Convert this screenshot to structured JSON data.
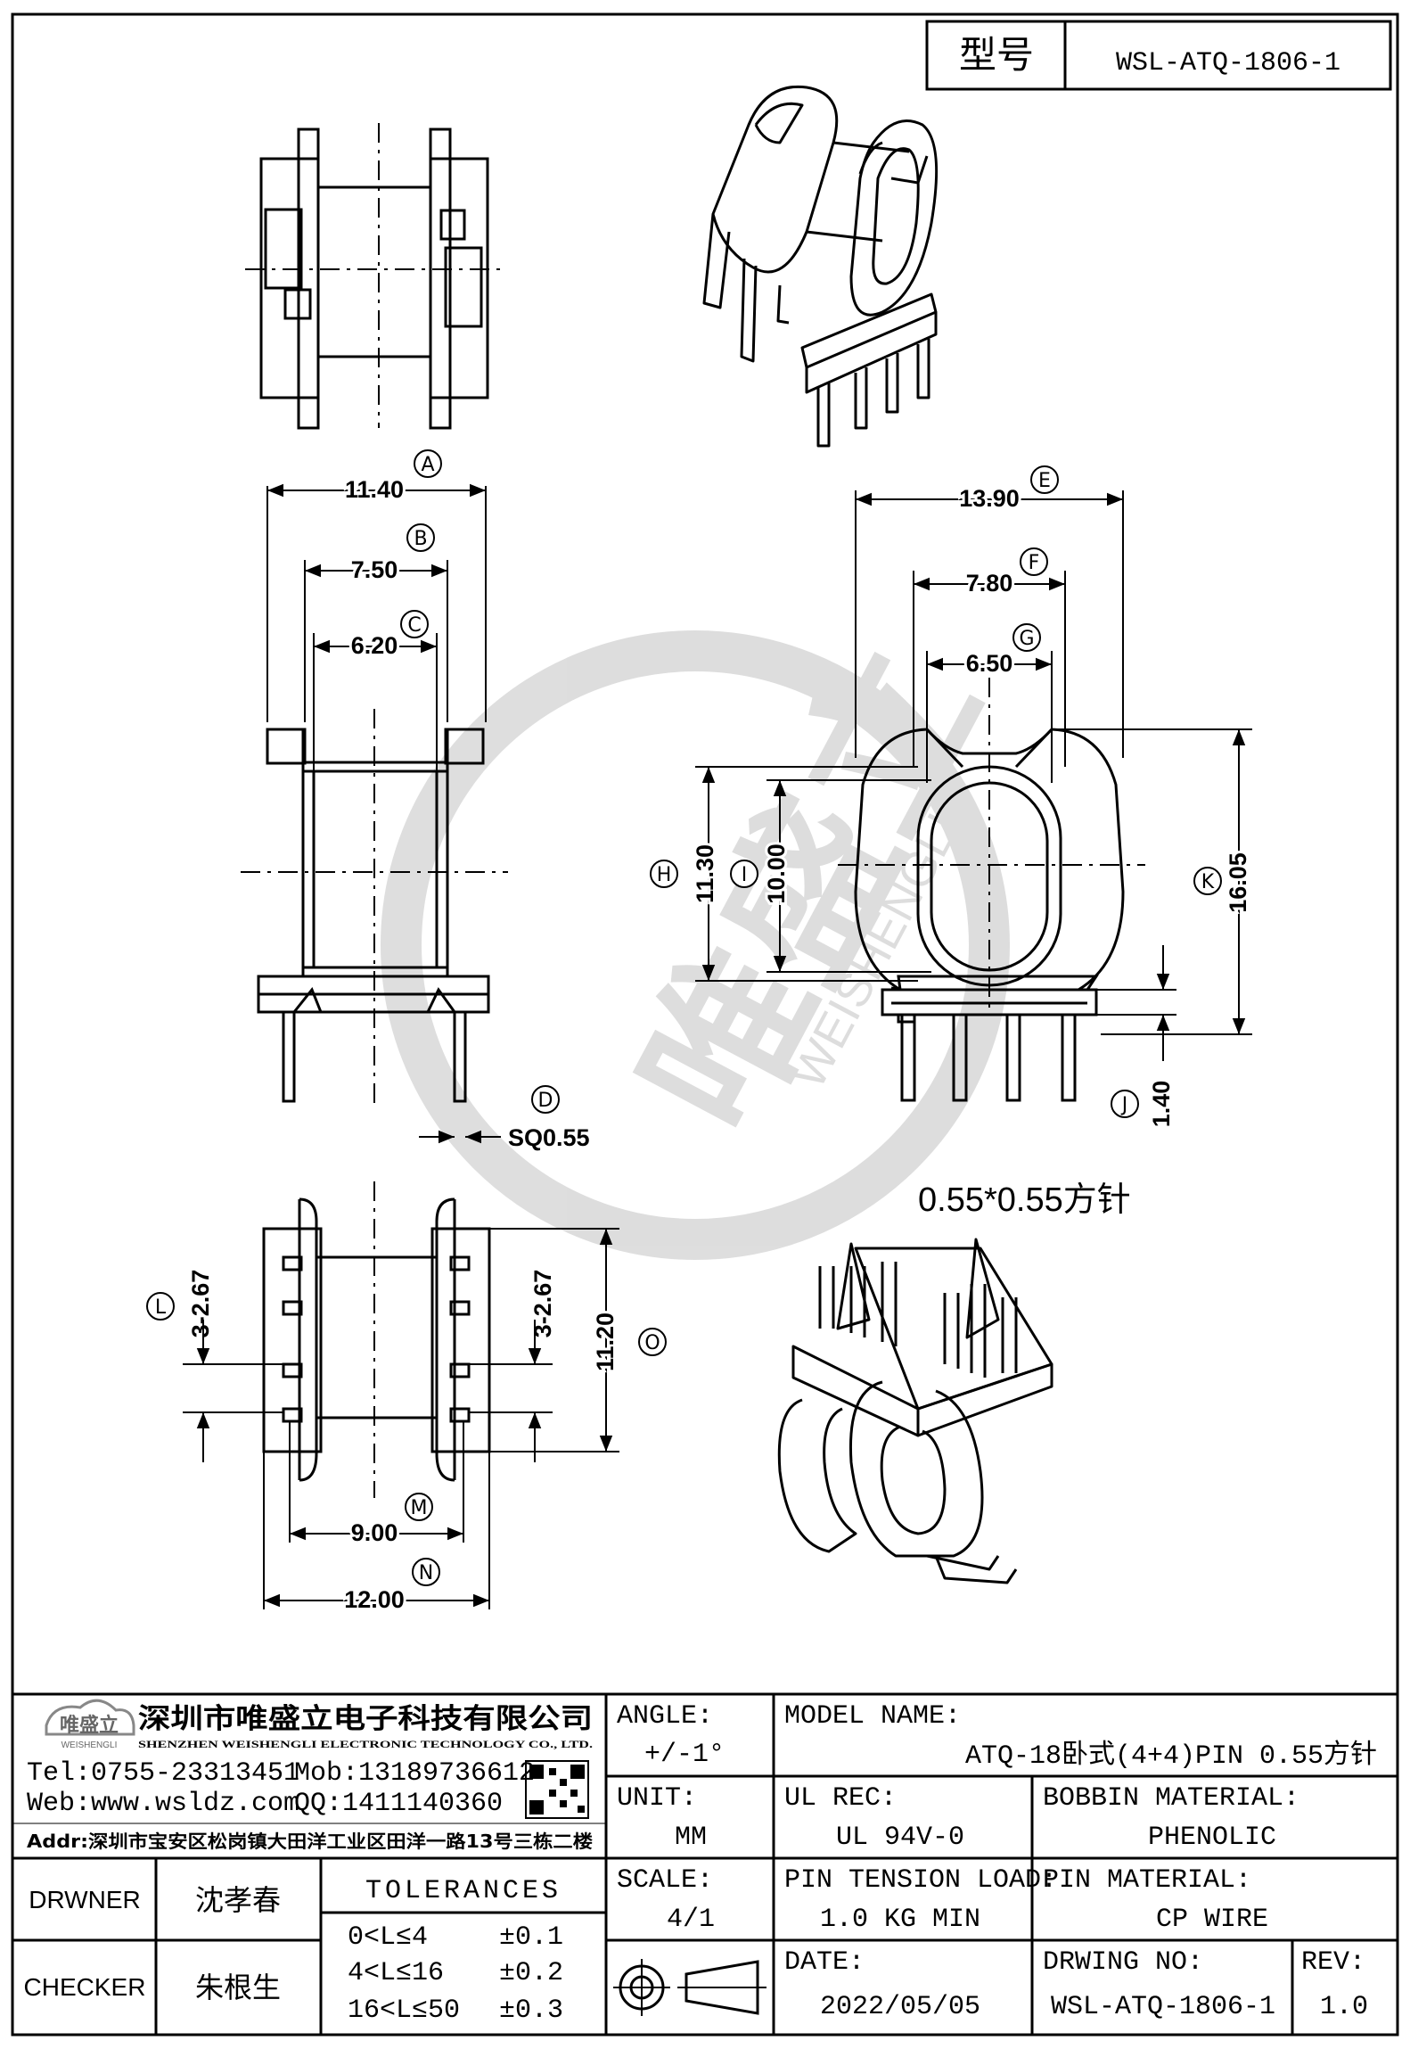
{
  "header": {
    "model_label": "型号",
    "model_value": "WSL-ATQ-1806-1"
  },
  "dimensions": {
    "A": {
      "letter": "A",
      "value": "11.40"
    },
    "B": {
      "letter": "B",
      "value": "7.50"
    },
    "C": {
      "letter": "C",
      "value": "6.20"
    },
    "D": {
      "letter": "D",
      "value": "SQ0.55"
    },
    "E": {
      "letter": "E",
      "value": "13.90"
    },
    "F": {
      "letter": "F",
      "value": "7.80"
    },
    "G": {
      "letter": "G",
      "value": "6.50"
    },
    "H": {
      "letter": "H",
      "value": "11.30"
    },
    "I": {
      "letter": "I",
      "value": "10.00"
    },
    "J": {
      "letter": "J",
      "value": "1.40"
    },
    "K": {
      "letter": "K",
      "value": "16.05"
    },
    "L": {
      "letter": "L",
      "value": "3-2.67"
    },
    "L2": {
      "value": "3-2.67"
    },
    "M": {
      "letter": "M",
      "value": "9.00"
    },
    "N": {
      "letter": "N",
      "value": "12.00"
    },
    "O": {
      "letter": "O",
      "value": "11.20"
    }
  },
  "pin_note": "0.55*0.55方针",
  "watermark": {
    "cn": "唯盛立",
    "en": "WEISHENGLI"
  },
  "company": {
    "logo_cn": "唯盛立",
    "logo_en": "WEISHENGLI",
    "name_cn": "深圳市唯盛立电子科技有限公司",
    "name_en": "SHENZHEN WEISHENGLI ELECTRONIC TECHNOLOGY CO., LTD.",
    "tel": "Tel:0755-23313451",
    "mob": "Mob:13189736612",
    "web": "Web:www.wsldz.com",
    "qq": "QQ:1411140360",
    "addr": "Addr:深圳市宝安区松岗镇大田洋工业区田洋一路13号三栋二楼"
  },
  "title_block": {
    "angle_label": "ANGLE:",
    "angle_value": "+/-1°",
    "model_name_label": "MODEL NAME:",
    "model_name_value": "ATQ-18卧式(4+4)PIN 0.55方针",
    "unit_label": "UNIT:",
    "unit_value": "MM",
    "ul_label": "UL REC:",
    "ul_value": "UL 94V-0",
    "bobbin_label": "BOBBIN MATERIAL:",
    "bobbin_value": "PHENOLIC",
    "scale_label": "SCALE:",
    "scale_value": "4/1",
    "pin_tension_label": "PIN TENSION LOAD:",
    "pin_tension_value": "1.0 KG MIN",
    "pin_material_label": "PIN MATERIAL:",
    "pin_material_value": "CP WIRE",
    "date_label": "DATE:",
    "date_value": "2022/05/05",
    "drwing_no_label": "DRWING NO:",
    "drwing_no_value": "WSL-ATQ-1806-1",
    "rev_label": "REV:",
    "rev_value": "1.0",
    "drwner_label": "DRWNER",
    "drwner_value": "沈孝春",
    "checker_label": "CHECKER",
    "checker_value": "朱根生",
    "tolerances_label": "TOLERANCES",
    "tol_rows": [
      {
        "range": "0<L≤4",
        "tol": "±0.1"
      },
      {
        "range": "4<L≤16",
        "tol": "±0.2"
      },
      {
        "range": "16<L≤50",
        "tol": "±0.3"
      }
    ]
  }
}
